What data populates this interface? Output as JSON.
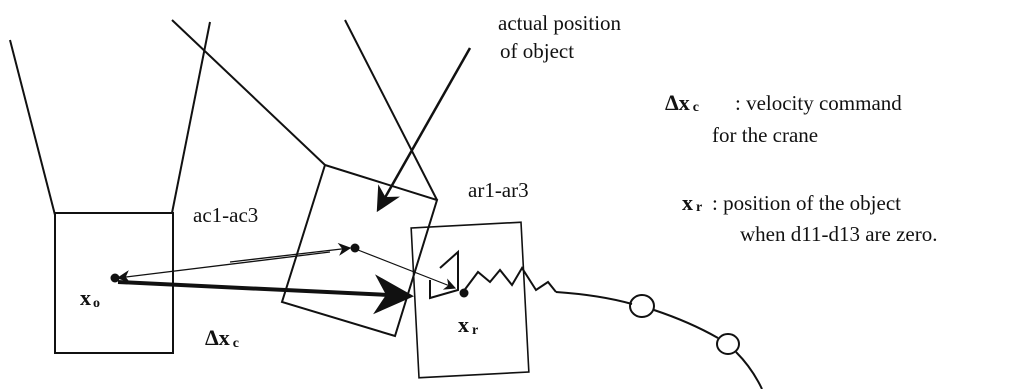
{
  "annotation": {
    "line1": "actual position",
    "line2": "of object"
  },
  "labels": {
    "ac_group": "ac1-ac3",
    "ar_group": "ar1-ar3"
  },
  "symbols": {
    "x_symbol": "x",
    "delta": "Δ",
    "sub_o": "o",
    "sub_r": "r",
    "sub_c": "c"
  },
  "legend": {
    "dxc_desc_1": ": velocity command",
    "dxc_desc_2": "for the crane",
    "xr_desc_1": ": position of the object",
    "xr_desc_2": "when d11-d13 are zero."
  },
  "colors": {
    "ink": "#111111",
    "background": "#ffffff"
  }
}
